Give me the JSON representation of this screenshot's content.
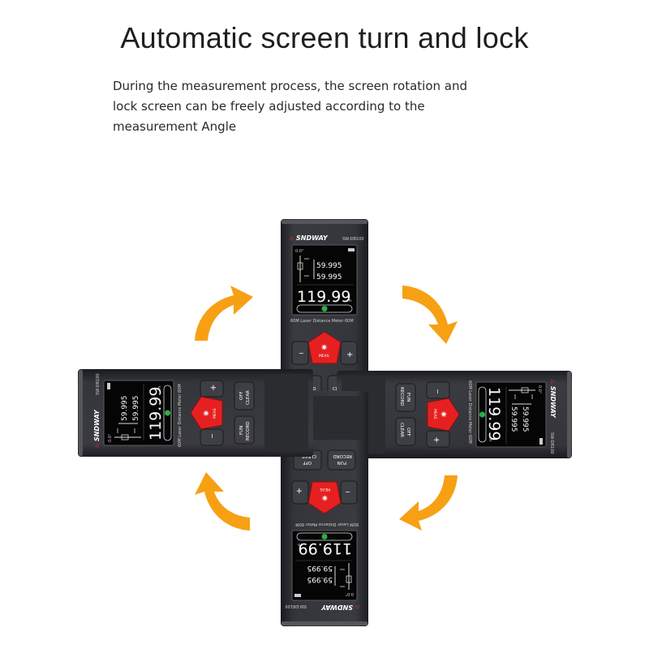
{
  "header": {
    "title": "Automatic screen turn and lock",
    "description_lines": [
      "During the measurement process, the screen rotation and",
      "lock screen can be freely adjusted according to the",
      "measurement Angle"
    ]
  },
  "device": {
    "brand": "SNDWAY",
    "model": "SW-DR100",
    "angle": "0.0°",
    "reading_1": "59.995",
    "reading_2": "59.995",
    "main_reading": "119.99",
    "unit": "m",
    "subtitle": "60M Laser Distance Meter 60M",
    "meas_label": "MEAS",
    "plus_label": "+",
    "minus_label": "−",
    "fun_label": "FUN",
    "record_label": "RECORD",
    "off_label": "OFF",
    "clear_label": "CLEAR",
    "accent_color": "#e62020",
    "body_color": "#2c2d30"
  },
  "arrows": {
    "color": "#f7a014",
    "count": 4
  }
}
